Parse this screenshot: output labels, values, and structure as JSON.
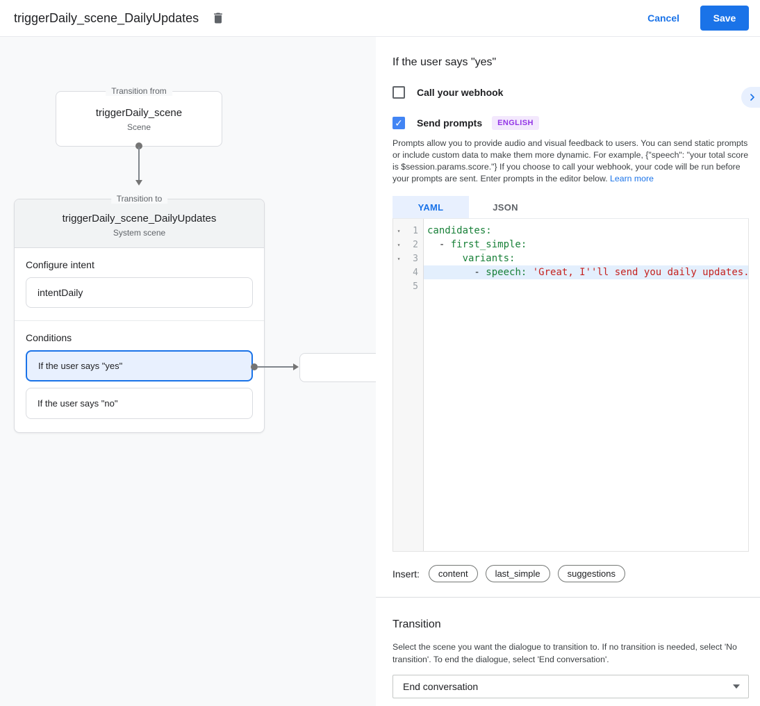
{
  "header": {
    "title": "triggerDaily_scene_DailyUpdates",
    "cancel_label": "Cancel",
    "save_label": "Save"
  },
  "canvas": {
    "transition_from": {
      "legend": "Transition from",
      "title": "triggerDaily_scene",
      "subtitle": "Scene"
    },
    "transition_to": {
      "legend": "Transition to",
      "title": "triggerDaily_scene_DailyUpdates",
      "subtitle": "System scene",
      "configure_intent_label": "Configure intent",
      "intent_value": "intentDaily",
      "conditions_label": "Conditions",
      "conditions": [
        {
          "label": "If the user says \"yes\"",
          "selected": true
        },
        {
          "label": "If the user says \"no\"",
          "selected": false
        }
      ]
    }
  },
  "panel": {
    "heading": "If the user says \"yes\"",
    "webhook": {
      "label": "Call your webhook",
      "checked": false
    },
    "send_prompts": {
      "label": "Send prompts",
      "badge": "ENGLISH",
      "checked": true
    },
    "description": "Prompts allow you to provide audio and visual feedback to users. You can send static prompts or include custom data to make them more dynamic. For example, {\"speech\": \"your total score is $session.params.score.\"} If you choose to call your webhook, your code will be run before your prompts are sent. Enter prompts in the editor below. ",
    "learn_more_label": "Learn more",
    "tabs": [
      {
        "label": "YAML",
        "active": true
      },
      {
        "label": "JSON",
        "active": false
      }
    ],
    "editor": {
      "lines": [
        {
          "num": 1,
          "fold": true,
          "highlighted": false,
          "segments": [
            {
              "t": "candidates:",
              "c": "key"
            }
          ]
        },
        {
          "num": 2,
          "fold": true,
          "highlighted": false,
          "segments": [
            {
              "t": "  - ",
              "c": "plain"
            },
            {
              "t": "first_simple:",
              "c": "key"
            }
          ]
        },
        {
          "num": 3,
          "fold": true,
          "highlighted": false,
          "segments": [
            {
              "t": "      ",
              "c": "plain"
            },
            {
              "t": "variants:",
              "c": "key"
            }
          ]
        },
        {
          "num": 4,
          "fold": false,
          "highlighted": true,
          "segments": [
            {
              "t": "        - ",
              "c": "plain"
            },
            {
              "t": "speech:",
              "c": "key"
            },
            {
              "t": " ",
              "c": "plain"
            },
            {
              "t": "'Great, I''ll send you daily updates.",
              "c": "string"
            }
          ]
        },
        {
          "num": 5,
          "fold": false,
          "highlighted": false,
          "segments": []
        }
      ]
    },
    "insert": {
      "label": "Insert:",
      "chips": [
        "content",
        "last_simple",
        "suggestions"
      ]
    },
    "transition": {
      "heading": "Transition",
      "description": "Select the scene you want the dialogue to transition to. If no transition is needed, select 'No transition'. To end the dialogue, select 'End conversation'.",
      "dropdown_value": "End conversation"
    }
  },
  "colors": {
    "accent_blue": "#1a73e8",
    "checkbox_blue": "#4285f4",
    "selection_blue": "#e8f0fe",
    "badge_purple_text": "#9334e6",
    "badge_purple_bg": "#f3e8fd",
    "code_key_green": "#188038",
    "code_string_red": "#c5221f",
    "canvas_gray": "#f8f9fa"
  }
}
